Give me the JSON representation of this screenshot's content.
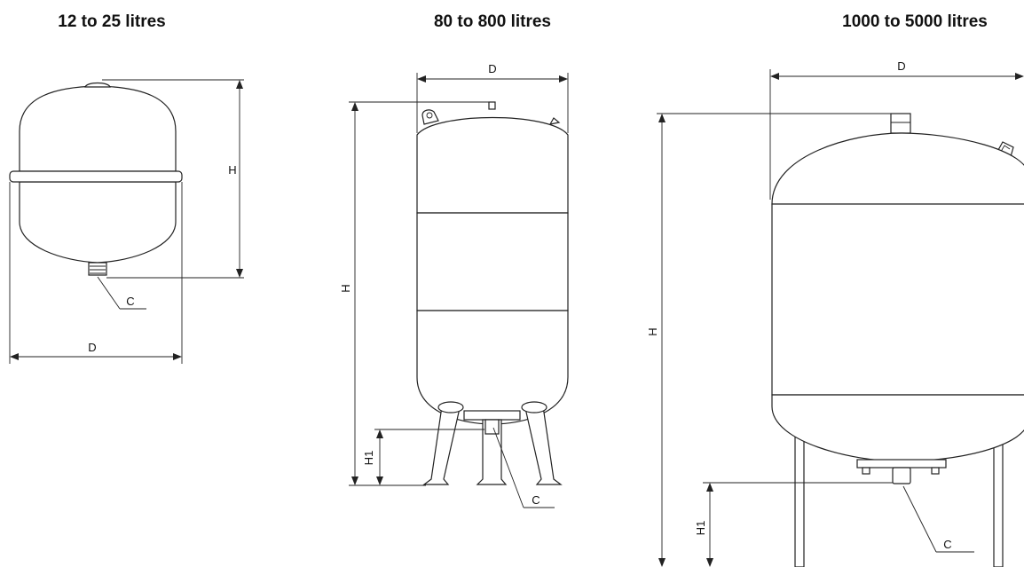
{
  "figures": [
    {
      "title": "12 to 25 litres",
      "labels": {
        "diameter": "D",
        "height": "H",
        "connection": "C"
      }
    },
    {
      "title": "80 to 800 litres",
      "labels": {
        "diameter": "D",
        "height": "H",
        "foot_height": "H1",
        "connection": "C"
      }
    },
    {
      "title": "1000 to 5000 litres",
      "labels": {
        "diameter": "D",
        "height": "H",
        "foot_height": "H1",
        "connection": "C"
      }
    }
  ]
}
